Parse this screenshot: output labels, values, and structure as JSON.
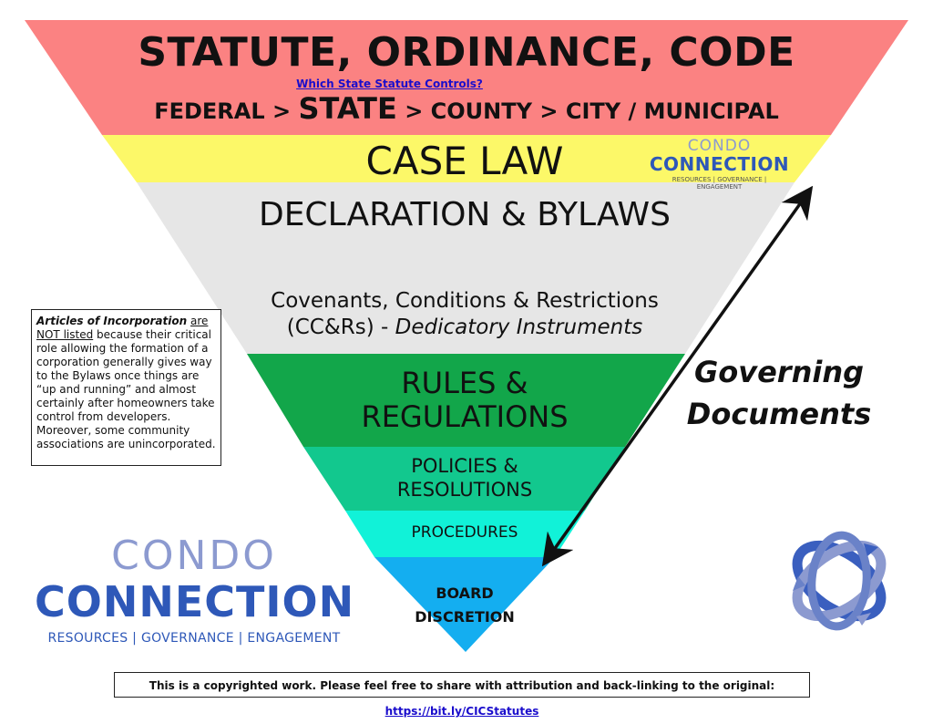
{
  "tiers": {
    "title": "STATUTE, ORDINANCE, CODE",
    "statute_link": "Which State Statute Controls?",
    "jurisdiction": {
      "federal": "FEDERAL",
      "sep1": " > ",
      "state": "STATE",
      "rest": " > COUNTY > CITY / MUNICIPAL"
    },
    "case_law": "CASE LAW",
    "declaration": "DECLARATION & BYLAWS",
    "covenants_line1": "Covenants, Conditions & Restrictions",
    "covenants_line2_plain": "(CC&Rs) - ",
    "covenants_line2_italic": "Dedicatory Instruments",
    "rules": "RULES & REGULATIONS",
    "policies": "POLICIES & RESOLUTIONS",
    "procedures": "PROCEDURES",
    "board": "BOARD DISCRETION"
  },
  "colors": {
    "statute": "#fb8282",
    "case_law": "#fcf868",
    "declaration": "#e6e6e6",
    "rules": "#12a64a",
    "policies": "#12c88e",
    "procedures": "#11f2d8",
    "board": "#14aef0",
    "arrow": "#111111",
    "logo_light": "#8c9ad0",
    "logo_dark": "#2e58b8"
  },
  "governing": {
    "label": "Governing Documents"
  },
  "note": {
    "italic": "Articles of Incorporation",
    "underlined": "are NOT listed",
    "body": " because their critical role allowing the formation of a corporation generally gives way to the Bylaws once things are “up and running” and almost certainly after homeowners take control from developers.",
    "body2": "Moreover, some community associations are unincorporated."
  },
  "logo": {
    "word1": "CONDO",
    "word2": "CONNECTION",
    "tagline": "RESOURCES | GOVERNANCE | ENGAGEMENT"
  },
  "footer": {
    "text": "This is a copyrighted work.  Please feel free to share with attribution and back-linking to the original: ",
    "link": "https://bit.ly/CICStatutes"
  }
}
